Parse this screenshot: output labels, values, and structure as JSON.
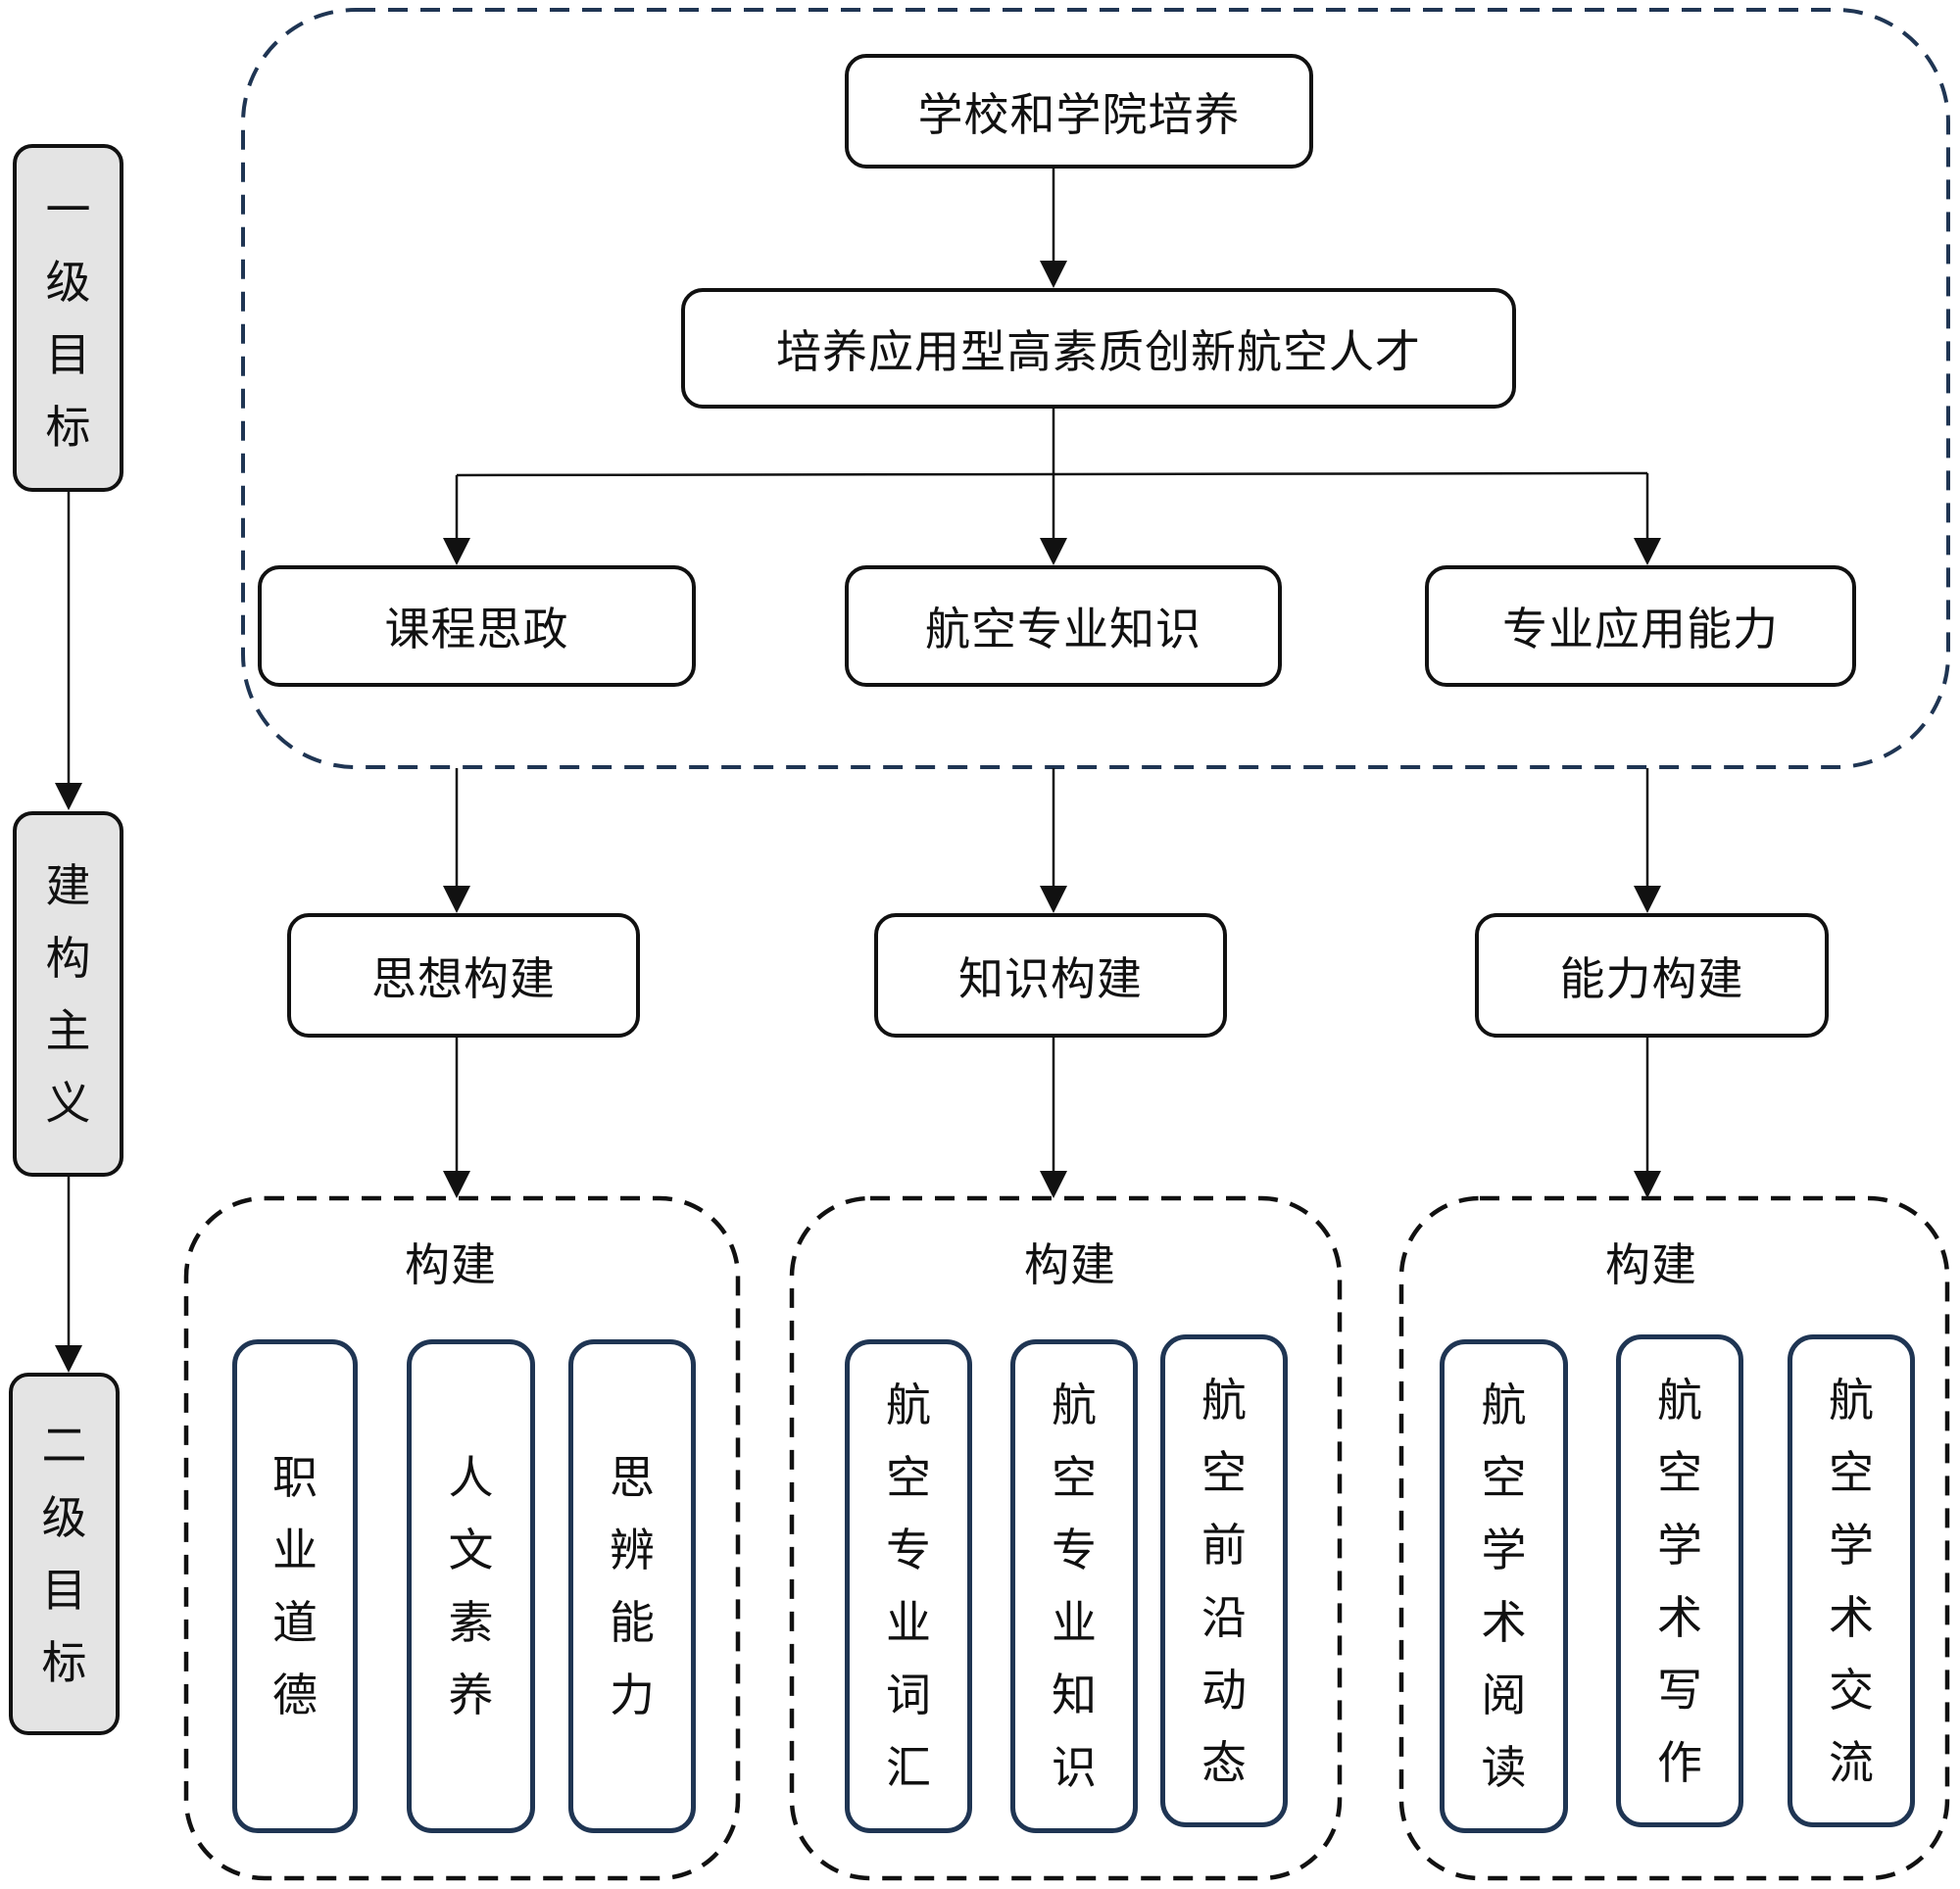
{
  "left_column": [
    {
      "label": "一级目标"
    },
    {
      "label": "建构主义"
    },
    {
      "label": "二级目标"
    }
  ],
  "top_section": {
    "root": "学校和学院培养",
    "goal": "培养应用型高素质创新航空人才",
    "branches": [
      "课程思政",
      "航空专业知识",
      "专业应用能力"
    ]
  },
  "constructs": [
    "思想构建",
    "知识构建",
    "能力构建"
  ],
  "groups": [
    {
      "title": "构建",
      "items": [
        "职业道德",
        "人文素养",
        "思辨能力"
      ]
    },
    {
      "title": "构建",
      "items": [
        "航空专业词汇",
        "航空专业知识",
        "航空前沿动态"
      ]
    },
    {
      "title": "构建",
      "items": [
        "航空学术阅读",
        "航空学术写作",
        "航空学术交流"
      ]
    }
  ],
  "colors": {
    "line": "#111111",
    "navy": "#1f3553",
    "side_fill": "#e4e4e4"
  }
}
